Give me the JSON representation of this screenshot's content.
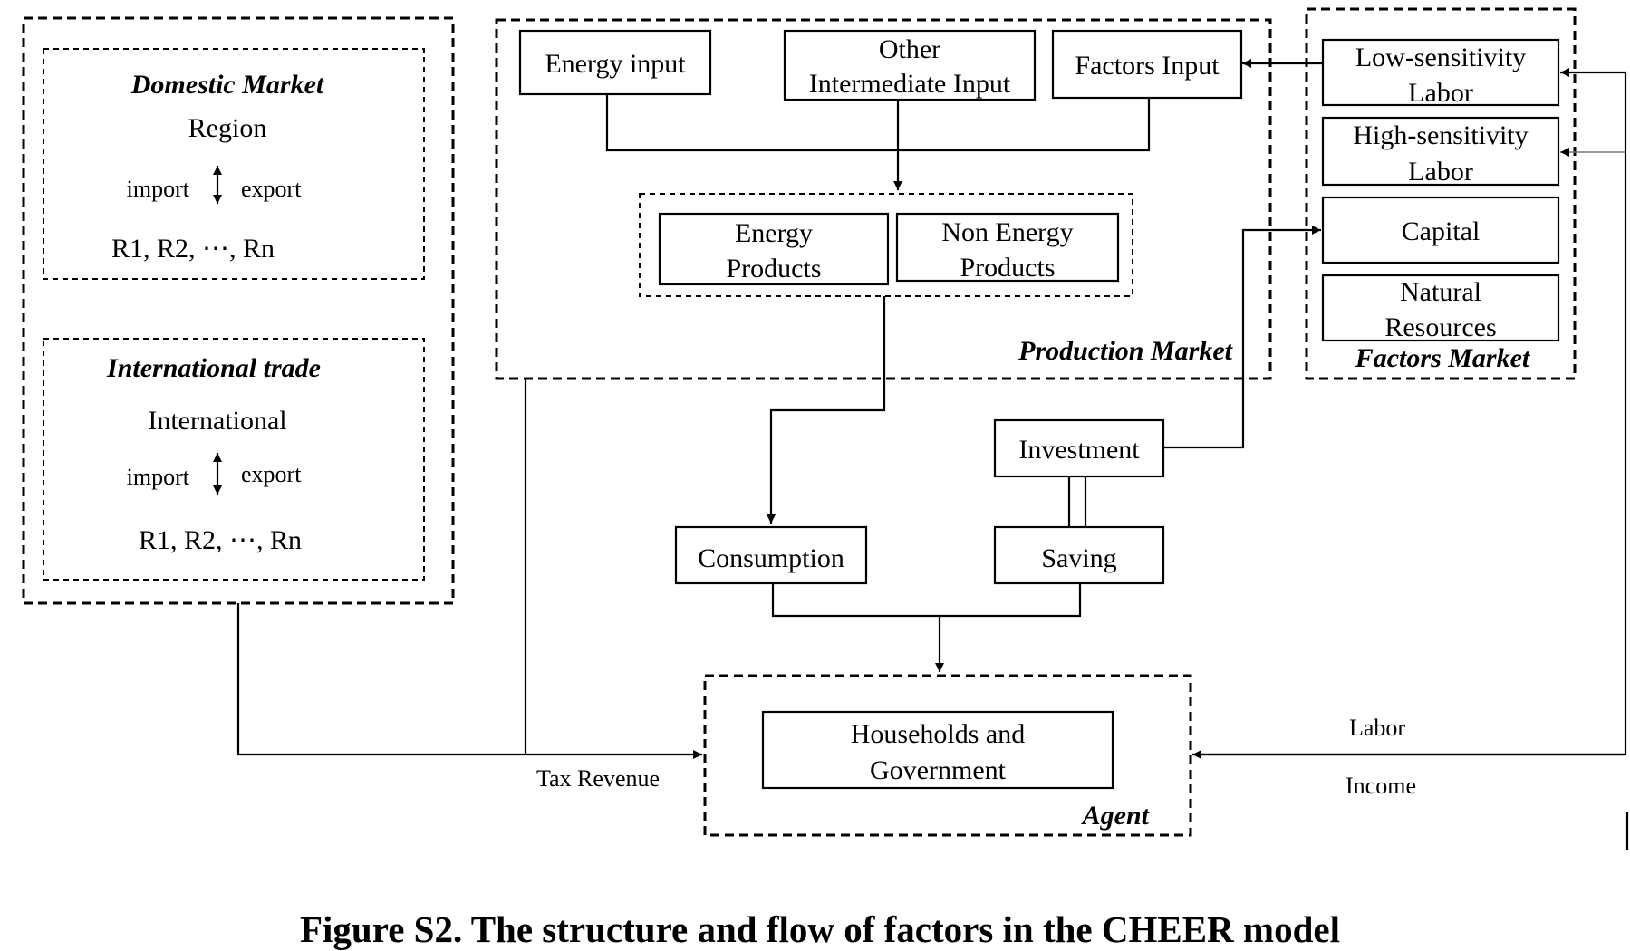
{
  "domestic": {
    "title": "Domestic Market",
    "subtitle": "Region",
    "import_label": "import",
    "export_label": "export",
    "regions": "R1, R2, ⋯, Rn"
  },
  "international": {
    "title": "International trade",
    "subtitle": "International",
    "import_label": "import",
    "export_label": "export",
    "regions": "R1, R2, ⋯, Rn"
  },
  "production": {
    "title": "Production Market",
    "energy_input": "Energy  input",
    "other_input_line1": "Other",
    "other_input_line2": "Intermediate  Input",
    "factors_input": "Factors Input",
    "energy_products_line1": "Energy",
    "energy_products_line2": "Products",
    "non_energy_line1": "Non Energy",
    "non_energy_line2": "Products"
  },
  "factors": {
    "title": "Factors Market",
    "low_line1": "Low-sensitivity",
    "low_line2": "Labor",
    "high_line1": "High-sensitivity",
    "high_line2": "Labor",
    "capital": "Capital",
    "natural_line1": "Natural",
    "natural_line2": "Resources"
  },
  "flows": {
    "investment": "Investment",
    "consumption": "Consumption",
    "saving": "Saving",
    "tax_revenue": "Tax Revenue",
    "labor": "Labor",
    "income": "Income"
  },
  "agent": {
    "title": "Agent",
    "households_line1": "Households  and",
    "households_line2": "Government"
  },
  "caption": "Figure S2. The structure and flow of factors in the CHEER model"
}
